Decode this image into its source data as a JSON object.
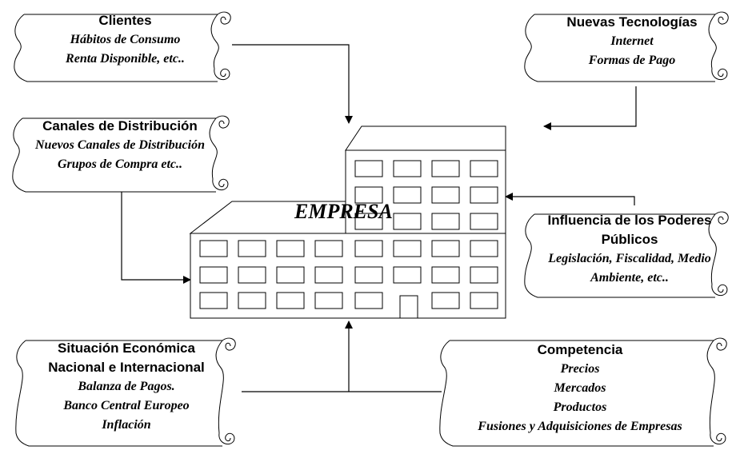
{
  "center": {
    "label": "EMPRESA"
  },
  "boxes": {
    "clientes": {
      "title": "Clientes",
      "lines": [
        "Hábitos de Consumo",
        "Renta Disponible, etc.."
      ]
    },
    "tecnologias": {
      "title": "Nuevas Tecnologías",
      "lines": [
        "Internet",
        "Formas de Pago"
      ]
    },
    "canales": {
      "title": "Canales de Distribución",
      "lines": [
        "Nuevos Canales de Distribución",
        "Grupos de Compra etc.."
      ]
    },
    "poderes": {
      "title": "Influencia de los Poderes Públicos",
      "lines": [
        "Legislación, Fiscalidad, Medio Ambiente, etc.."
      ]
    },
    "situacion": {
      "title": "Situación Económica Nacional e Internacional",
      "lines": [
        "Balanza de Pagos.",
        "Banco Central Europeo",
        "Inflación"
      ]
    },
    "competencia": {
      "title": "Competencia",
      "lines": [
        "Precios",
        "Mercados",
        "Productos",
        "Fusiones y Adquisiciones de Empresas"
      ]
    }
  },
  "colors": {
    "stroke": "#000000",
    "fill": "#ffffff"
  }
}
